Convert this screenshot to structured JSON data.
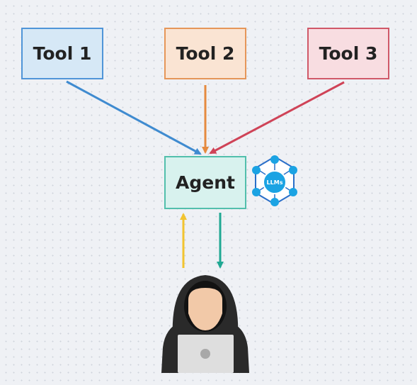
{
  "nodes": {
    "tool_1": "Tool 1",
    "tool_2": "Tool 2",
    "tool_3": "Tool 3",
    "agent": "Agent"
  },
  "llm_badge": {
    "label": "LLMs",
    "icon": "network-hexagon-icon",
    "color": "#1ba3e3"
  },
  "user": {
    "icon": "hooded-hacker-with-laptop-icon"
  },
  "connections": [
    {
      "from": "Tool 1",
      "to": "Agent",
      "color": "#3f8bd0"
    },
    {
      "from": "Tool 2",
      "to": "Agent",
      "color": "#e58a3f"
    },
    {
      "from": "Tool 3",
      "to": "Agent",
      "color": "#cf4357"
    },
    {
      "from": "user",
      "to": "Agent",
      "color": "#f2c430"
    },
    {
      "from": "Agent",
      "to": "user",
      "color": "#20a893"
    }
  ]
}
